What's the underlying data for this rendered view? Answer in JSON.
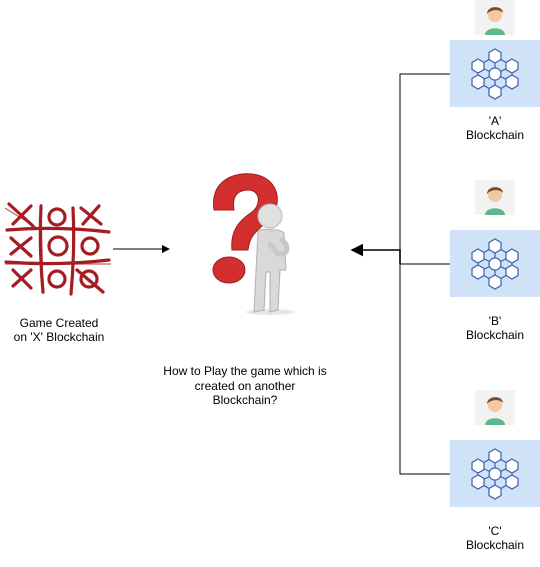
{
  "game": {
    "caption_line1": "Game Created",
    "caption_line2": "on 'X' Blockchain",
    "icon": "tic-tac-toe-icon",
    "accent_color": "#a51d22"
  },
  "question": {
    "icon": "thinking-person-question-mark-icon",
    "caption": "How to Play the game which is created on another Blockchain?",
    "accent_color": "#d32f2f"
  },
  "blockchains": [
    {
      "name_line1": "'A'",
      "name_line2": "Blockchain"
    },
    {
      "name_line1": "'B'",
      "name_line2": "Blockchain"
    },
    {
      "name_line1": "'C'",
      "name_line2": "Blockchain"
    }
  ],
  "colors": {
    "blockchain_box": "#cfe2f7",
    "user_box": "#f2f2f2",
    "connector": "#000000"
  }
}
